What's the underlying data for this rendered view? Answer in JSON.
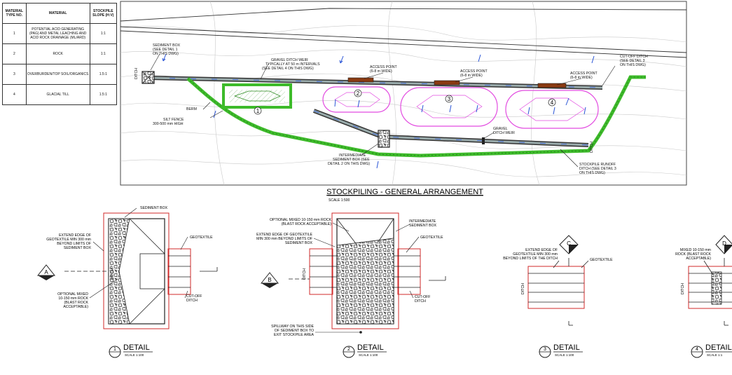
{
  "material_table": {
    "headers": [
      "MATERIAL TYPE NO.",
      "MATERIAL",
      "STOCKPILE SLOPE (H:V)"
    ],
    "rows": [
      {
        "no": "1",
        "material": "POTENTIAL ACID GENERATING (PAG) AND METAL LEACHING AND ACID ROCK DRAINAGE (ML/ARD)",
        "slope": "1:1"
      },
      {
        "no": "2",
        "material": "ROCK",
        "slope": "1:1"
      },
      {
        "no": "3",
        "material": "OVERBURDEN/TOP SOIL/ORGANICS",
        "slope": "1.5:1"
      },
      {
        "no": "4",
        "material": "GLACIAL TILL",
        "slope": "1.5:1"
      }
    ]
  },
  "plan": {
    "title": "STOCKPILING - GENERAL ARRANGEMENT",
    "scale": "SCALE 1:500",
    "labels": {
      "sediment_box": [
        "SEDIMENT BOX",
        "(SEE DETAIL 1",
        "ON THIS DWG)"
      ],
      "gravel_weir": [
        "GRAVEL DITCH WEIR",
        "TYPICALLY AT 50 m INTERVALS",
        "(SEE DETAIL 4 ON THIS DWG)"
      ],
      "access_point": [
        "ACCESS POINT",
        "(6-8 m WIDE)"
      ],
      "cutoff_ditch": [
        "CUT-OFF DITCH",
        "(SEE DETAIL 3",
        "ON THIS DWG)"
      ],
      "berm": "BERM",
      "silt_fence": [
        "SILT FENCE",
        "300-500 mm HIGH"
      ],
      "intermediate_box": [
        "INTERMEDIATE",
        "SEDIMENT BOX (SEE",
        "DETAIL 2 ON THIS DWG)"
      ],
      "gravel_weir2": [
        "GRAVEL",
        "DITCH WEIR"
      ],
      "runoff_ditch": [
        "STOCKPILE RUNOFF",
        "DITCH (SEE DETAIL 3",
        "ON THIS DWG)"
      ],
      "ditch": "DITCH",
      "pile_numbers": [
        "1",
        "2",
        "3",
        "4"
      ]
    }
  },
  "details": {
    "d1": {
      "number": "1",
      "label": "DETAIL",
      "scale": "SCALE 1:100",
      "section": "A",
      "sediment_box": "SEDIMENT BOX",
      "extend": [
        "EXTEND EDGE OF",
        "GEOTEXTILE MIN 300 mm",
        "BEYOND LIMITS OF",
        "SEDIMENT BOX"
      ],
      "optional": [
        "OPTIONAL MIXED",
        "10-150 mm ROCK",
        "(BLAST ROCK",
        "ACCEPTABLE)"
      ],
      "geotextile": "GEOTEXTILE",
      "cutoff": [
        "CUT-OFF",
        "DITCH"
      ],
      "ditch": "DITCH"
    },
    "d2": {
      "number": "2",
      "label": "DETAIL",
      "scale": "SCALE 1:100",
      "section": "B",
      "optional": [
        "OPTIONAL MIXED 10-150 mm ROCK",
        "(BLAST ROCK ACCEPTABLE)"
      ],
      "extend": [
        "EXTEND EDGE OF GEOTEXTILE",
        "MIN 300 mm BEYOND LIMITS OF",
        "SEDIMENT BOX"
      ],
      "intermediate": [
        "INTERMEDIATE",
        "SEDIMENT BOX"
      ],
      "geotextile": "GEOTEXTILE",
      "cutoff": [
        "CUT-OFF",
        "DITCH"
      ],
      "spillway": [
        "SPILLWAY ON THIS SIDE",
        "OF SEDIMENT BOX TO",
        "EXIT STOCKPILE AREA"
      ],
      "ditch": "DITCH"
    },
    "d3": {
      "number": "3",
      "label": "DETAIL",
      "scale": "SCALE 1:100",
      "section": "C",
      "extend": [
        "EXTEND EDGE OF",
        "GEOTEXTILE MIN 300 mm",
        "BEYOND LIMITS OF THE DITCH"
      ],
      "geotextile": "GEOTEXTILE",
      "ditch": "DITCH"
    },
    "d4": {
      "number": "4",
      "label": "DETAIL",
      "scale": "SCALE 1:1",
      "section": "D",
      "mixed": [
        "MIXED 10-150 mm",
        "ROCK (BLAST ROCK",
        "ACCEPTABLE)"
      ],
      "ditch": "DITCH"
    }
  },
  "colors": {
    "berm": "#3dbb2a",
    "stockpile": "#e24be0",
    "water": "#2a55d6",
    "box": "#d22a2a",
    "weir": "#b04a1a"
  }
}
